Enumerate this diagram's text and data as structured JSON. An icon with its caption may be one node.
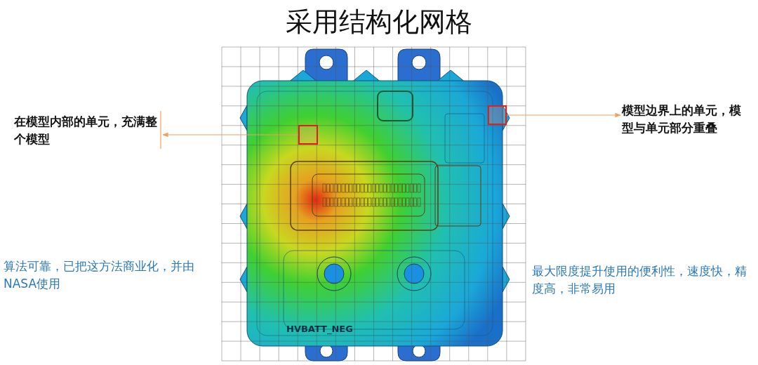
{
  "diagram": {
    "title": "采用结构化网格",
    "nodes": [
      {
        "text": [
          "在模型内部的单元，充满整个模型"
        ]
      },
      {
        "text": [
          "模型边界上的单元，模型与单元部分重叠"
        ]
      },
      {
        "text": [],
        "shape": "box"
      },
      {
        "text": [],
        "shape": "box"
      }
    ],
    "edges": [
      {
        "from": 2,
        "to": 0,
        "arrow": "to"
      },
      {
        "from": 3,
        "to": 1,
        "arrow": "to"
      }
    ],
    "labels": [
      "HVBATT_NEG",
      "算法可靠，已把这方法商业化，并由NASA使用",
      "最大限度提升使用的便利性，速度快，精度高，非常易用"
    ]
  }
}
